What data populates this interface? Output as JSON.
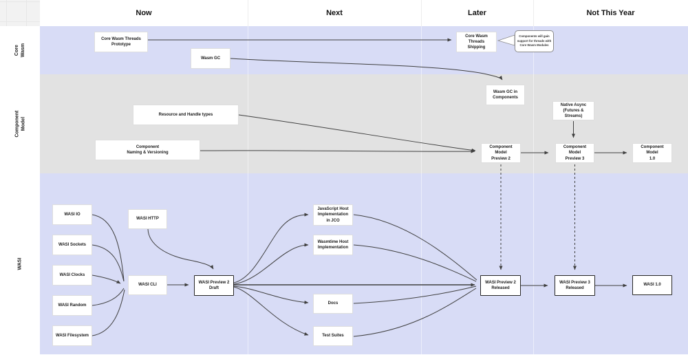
{
  "colors": {
    "lane_purple": "#d8dcf6",
    "lane_gray": "#e2e2e2",
    "edge": "#3f3f3f",
    "milestone_border": "#262626"
  },
  "header": {
    "columns": [
      "Now",
      "Next",
      "Later",
      "Not This Year"
    ]
  },
  "lanes": [
    {
      "id": "core-wasm",
      "label": "Core\nWasm"
    },
    {
      "id": "component-model",
      "label": "Component\nModel"
    },
    {
      "id": "wasi",
      "label": "WASI"
    }
  ],
  "nodes": {
    "threads_prototype": {
      "label": "Core Wasm Threads\nPrototype"
    },
    "wasm_gc": {
      "label": "Wasm GC"
    },
    "threads_shipping": {
      "label": "Core Wasm Threads\nShipping"
    },
    "resource_handle": {
      "label": "Resource and Handle types"
    },
    "naming_versioning": {
      "label": "Component\nNaming & Versioning"
    },
    "gc_in_components": {
      "label": "Wasm GC in\nComponents"
    },
    "native_async": {
      "label": "Native Async\n(Futures & Streams)"
    },
    "cm_preview2": {
      "label": "Component Model\nPreview 2"
    },
    "cm_preview3": {
      "label": "Component Model\nPreview 3"
    },
    "cm_10": {
      "label": "Component Model\n1.0"
    },
    "wasi_io": {
      "label": "WASI IO"
    },
    "wasi_sockets": {
      "label": "WASI Sockets"
    },
    "wasi_clocks": {
      "label": "WASI Clocks"
    },
    "wasi_random": {
      "label": "WASI Random"
    },
    "wasi_filesystem": {
      "label": "WASI Filesystem"
    },
    "wasi_http": {
      "label": "WASI HTTP"
    },
    "wasi_cli": {
      "label": "WASI CLI"
    },
    "p2_draft": {
      "label": "WASI Preview 2\nDraft"
    },
    "js_host": {
      "label": "JavaScript Host\nImplementation\nin JCO"
    },
    "wasmtime_host": {
      "label": "Wasmtime Host\nImplementation"
    },
    "docs": {
      "label": "Docs"
    },
    "test_suites": {
      "label": "Test Suites"
    },
    "p2_released": {
      "label": "WASI Preview 2\nReleased"
    },
    "p3_released": {
      "label": "WASI Preview 3\nReleased"
    },
    "wasi_10": {
      "label": "WASI 1.0"
    }
  },
  "callout": {
    "text": "Components will gain\nsupport for threads with\nCore Wasm Modules"
  }
}
